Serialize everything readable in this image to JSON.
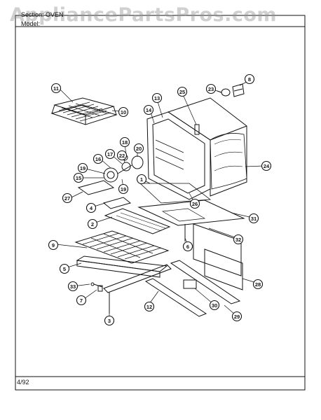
{
  "header": {
    "section_label": "Section: OVEN",
    "model_label": "Model:"
  },
  "watermark": "AppliancePartsPros.com",
  "footer": {
    "date": "4/92"
  },
  "callouts": [
    "1",
    "2",
    "3",
    "4",
    "5",
    "6",
    "7",
    "8",
    "9",
    "10",
    "11",
    "12",
    "13",
    "14",
    "15",
    "16",
    "17",
    "18",
    "19",
    "19",
    "20",
    "22",
    "23",
    "24",
    "25",
    "26",
    "27",
    "28",
    "29",
    "30",
    "31",
    "32",
    "33"
  ],
  "colors": {
    "ink": "#111111",
    "paper": "#ffffff",
    "watermark": "#969696"
  }
}
